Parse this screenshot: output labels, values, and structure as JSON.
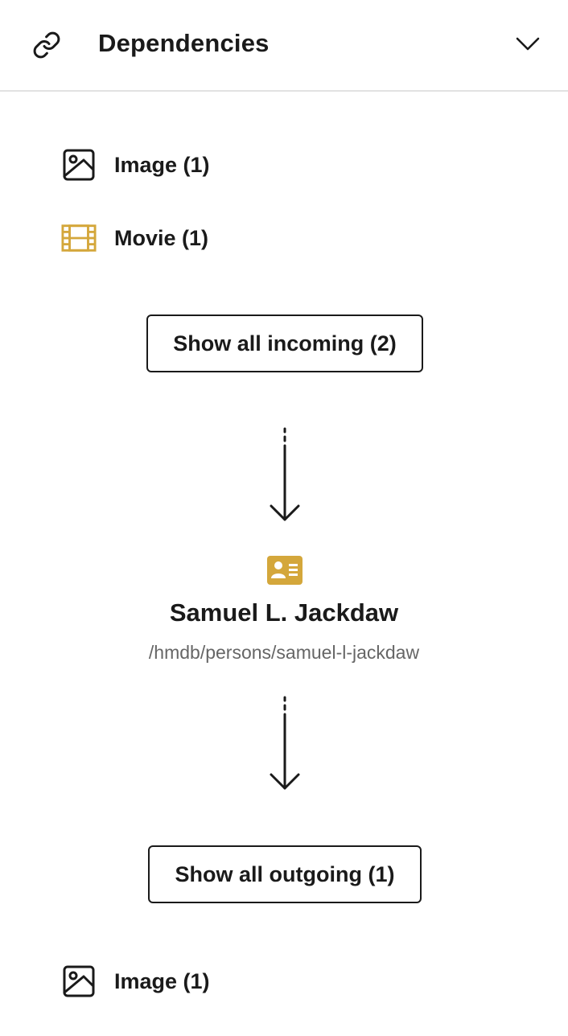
{
  "header": {
    "title": "Dependencies",
    "icon": "link-icon",
    "toggle_icon": "chevron-down-icon"
  },
  "incoming": {
    "items": [
      {
        "label": "Image (1)",
        "icon": "image-icon"
      },
      {
        "label": "Movie (1)",
        "icon": "film-icon"
      }
    ],
    "show_all_label": "Show all incoming (2)"
  },
  "current": {
    "icon": "contact-card-icon",
    "name": "Samuel L. Jackdaw",
    "path": "/hmdb/persons/samuel-l-jackdaw"
  },
  "outgoing": {
    "show_all_label": "Show all outgoing (1)",
    "items": [
      {
        "label": "Image (1)",
        "icon": "image-icon"
      }
    ]
  },
  "colors": {
    "accent": "#D4A73B",
    "text": "#1A1A1A",
    "muted": "#666666",
    "divider": "#E2E2E2"
  }
}
